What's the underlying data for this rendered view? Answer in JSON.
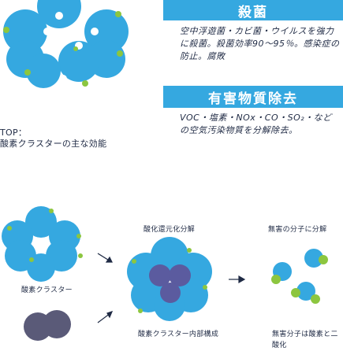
{
  "colors": {
    "accent": "#35a8e0",
    "dark_blue": "#5b5b9f",
    "dark_gray": "#5a5a78",
    "green": "#8cc63f",
    "text": "#1f2a44"
  },
  "sterilization": {
    "title": "殺菌",
    "text": "空中浮遊菌・カビ菌・ウイルスを強力に殺菌。殺菌効率90～95％。感染症の防止。腐敗"
  },
  "toxic_removal": {
    "title": "有害物質除去",
    "text": "VOC・塩素・NOx・CO・SO₂・など の空気汚染物質を分解除去。"
  },
  "top_caption": {
    "line1": "TOP：",
    "line2": "酸素クラスターの主な効能"
  },
  "diagram": {
    "label_left": "酸素クラスター",
    "label_oxidize": "酸化還元化分解",
    "label_small": "無害の分子に分解",
    "label_bottom_left": "酸素クラスター内部構成",
    "label_bottom_right": "無害分子は酸素と二酸化"
  }
}
